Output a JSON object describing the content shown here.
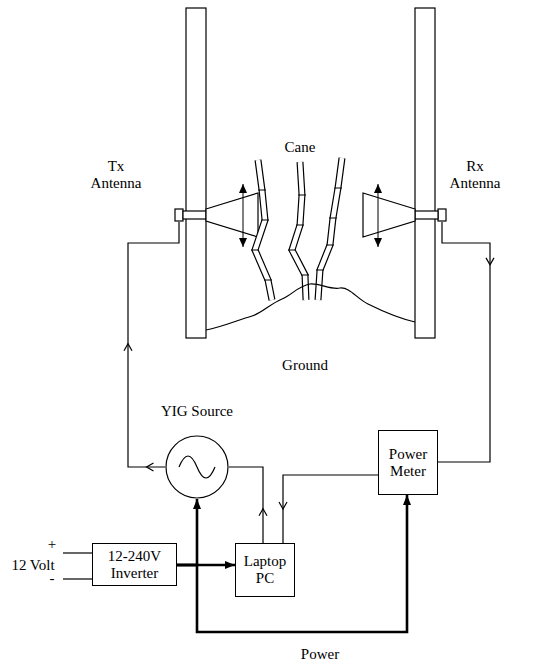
{
  "diagram": {
    "nodes": [
      {
        "text": [
          "Tx Antenna"
        ]
      },
      {
        "text": [
          "Rx Antenna"
        ]
      },
      {
        "text": [
          "YIG Source"
        ]
      },
      {
        "text": [
          "Power Meter"
        ]
      },
      {
        "text": [
          "12-240V Inverter"
        ]
      },
      {
        "text": [
          "Laptop PC"
        ]
      }
    ],
    "edges": [
      {
        "from": 2,
        "to": 0,
        "arrow": "to"
      },
      {
        "from": 1,
        "to": 3,
        "arrow": "to"
      },
      {
        "from": 5,
        "to": 2,
        "arrow": "to"
      },
      {
        "from": 3,
        "to": 5,
        "arrow": "to"
      },
      {
        "from": 4,
        "to": 5,
        "arrow": "to"
      },
      {
        "from": 4,
        "to": 2,
        "arrow": "to"
      },
      {
        "from": 4,
        "to": 3,
        "arrow": "to"
      }
    ],
    "labels": [
      "Cane",
      "Ground",
      "+",
      "12 Volt",
      "-",
      "Power"
    ]
  }
}
